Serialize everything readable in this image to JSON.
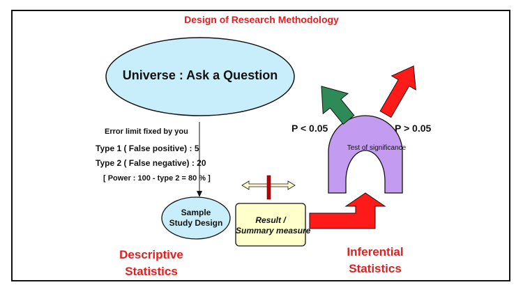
{
  "title": "Design of Research Methodology",
  "universe": "Universe : Ask a Question",
  "error": {
    "title": "Error limit fixed by you",
    "type1": "Type 1 ( False positive)  : 5",
    "type2": "Type 2 ( False negative) : 20",
    "power": "[ Power : 100 - type 2 = 80 % ]"
  },
  "sample": {
    "line1": "Sample",
    "line2": "Study Design"
  },
  "result": {
    "line1": "Result /",
    "line2": "Summary measure"
  },
  "descriptive": {
    "line1": "Descriptive",
    "line2": "Statistics"
  },
  "inferential": {
    "line1": "Inferential",
    "line2": "Statistics"
  },
  "test": "Test of significance",
  "p_low": "P < 0.05",
  "p_high": "P > 0.05",
  "colors": {
    "title": "#e02020",
    "ellipse_fill": "#c9eefb",
    "result_fill": "#ffffcc",
    "arch_fill": "#c39bf0",
    "arrow_red": "#ff1a1a",
    "arrow_green": "#2e8b57",
    "double_arrow_fill": "#fffacd",
    "marker_red": "#c00000"
  }
}
